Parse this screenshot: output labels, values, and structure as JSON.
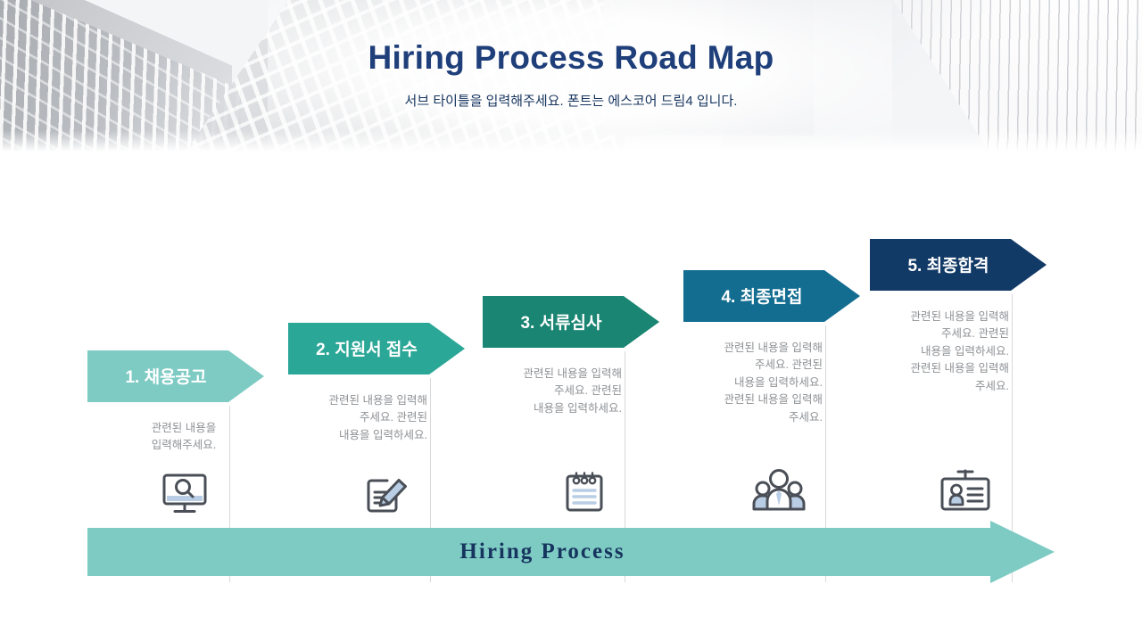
{
  "header": {
    "title": "Hiring Process Road Map",
    "subtitle": "서브 타이틀을 입력해주세요. 폰트는 에스코어 드림4 입니다.",
    "title_color": "#1f3f7a",
    "subtitle_color": "#16345e",
    "background_image": "city-skyscraper-photo-grayscale"
  },
  "steps": [
    {
      "label": "1. 채용공고",
      "color": "#7ecbc4",
      "description": "관련된 내용을\n입력해주세요.",
      "icon": "monitor-search-icon"
    },
    {
      "label": "2. 지원서 접수",
      "color": "#2ba797",
      "description": "관련된 내용을 입력해\n주세요. 관련된\n내용을 입력하세요.",
      "icon": "note-pencil-icon"
    },
    {
      "label": "3. 서류심사",
      "color": "#1a8572",
      "description": "관련된 내용을 입력해\n주세요. 관련된\n내용을 입력하세요.",
      "icon": "notepad-icon"
    },
    {
      "label": "4. 최종면접",
      "color": "#136d90",
      "description": "관련된 내용을 입력해\n주세요. 관련된\n내용을 입력하세요.\n관련된 내용을 입력해\n주세요.",
      "icon": "people-group-icon"
    },
    {
      "label": "5. 최종합격",
      "color": "#123a66",
      "description": "관련된 내용을 입력해\n주세요. 관련된\n내용을 입력하세요.\n관련된 내용을 입력해\n주세요.",
      "icon": "id-badge-icon"
    }
  ],
  "banner": {
    "label": "Hiring Process",
    "color": "#7ecbc4",
    "text_color": "#16345e"
  },
  "palette": {
    "icon_stroke": "#4a4f57",
    "icon_accent": "#b9cde4",
    "divider": "#d7d9db",
    "description_text": "#8e9195"
  }
}
